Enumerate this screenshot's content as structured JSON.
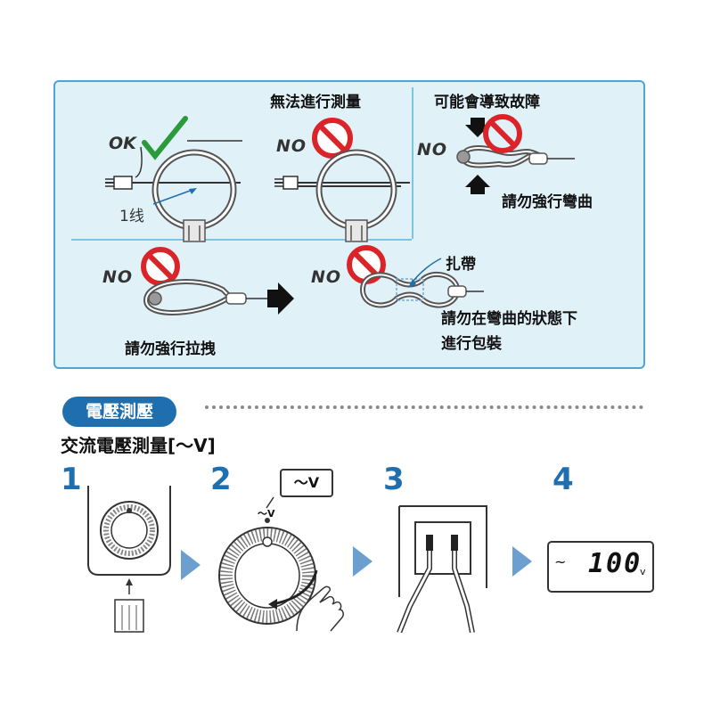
{
  "top_panel": {
    "fig1": {
      "ok_label": "OK",
      "line_label": "1线"
    },
    "fig2": {
      "heading": "無法進行測量",
      "no_label": "NO"
    },
    "fig3": {
      "heading": "可能會導致故障",
      "no_label": "NO",
      "caption": "請勿強行彎曲"
    },
    "fig4": {
      "no_label": "NO",
      "caption": "請勿強行拉拽"
    },
    "fig5": {
      "no_label": "NO",
      "tie_label": "扎帶",
      "caption_line1": "請勿在彎曲的狀態下",
      "caption_line2": "進行包裝"
    }
  },
  "section": {
    "badge": "電壓測壓",
    "subtitle": "交流電壓測量[～V]"
  },
  "steps": {
    "step1": "1",
    "step2": "2",
    "step3": "3",
    "step4": "4",
    "dial_callout": "～V",
    "dial_mark": "～V",
    "display_symbol": "~",
    "display_value": "100",
    "display_unit": "v"
  },
  "colors": {
    "accent": "#1f6fae",
    "panel_bg": "#e1f1f8",
    "panel_border": "#4aa7d0",
    "no_red": "#d9252a",
    "ok_green": "#2a9a3a"
  }
}
